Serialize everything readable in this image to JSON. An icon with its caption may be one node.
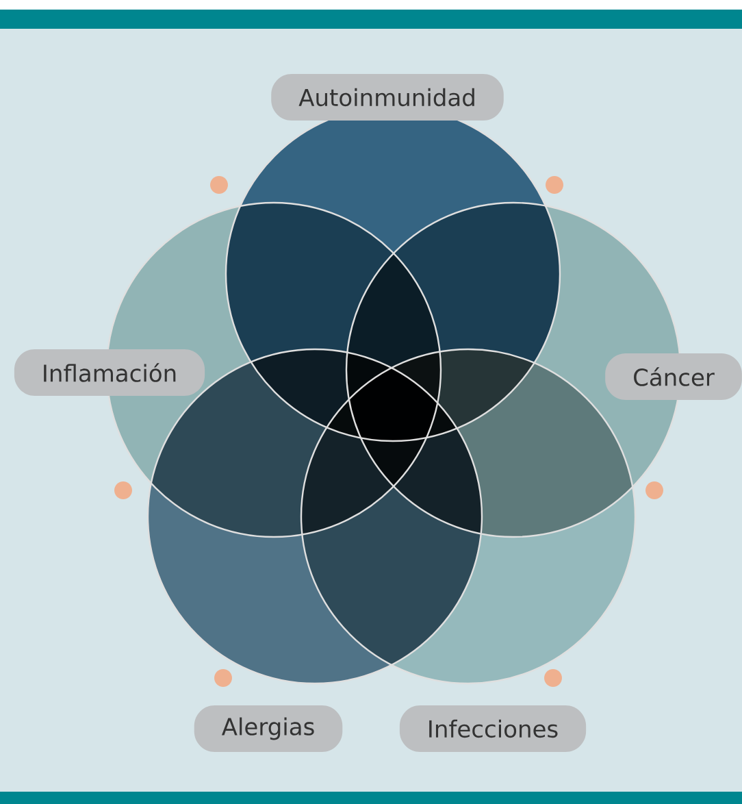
{
  "diagram": {
    "nodes": [
      {
        "text": [
          "Autoinmunidad"
        ]
      },
      {
        "text": [
          "Inflamación"
        ]
      },
      {
        "text": [
          "Cáncer"
        ]
      },
      {
        "text": [
          "Alergias"
        ]
      },
      {
        "text": [
          "Infecciones"
        ]
      }
    ]
  }
}
